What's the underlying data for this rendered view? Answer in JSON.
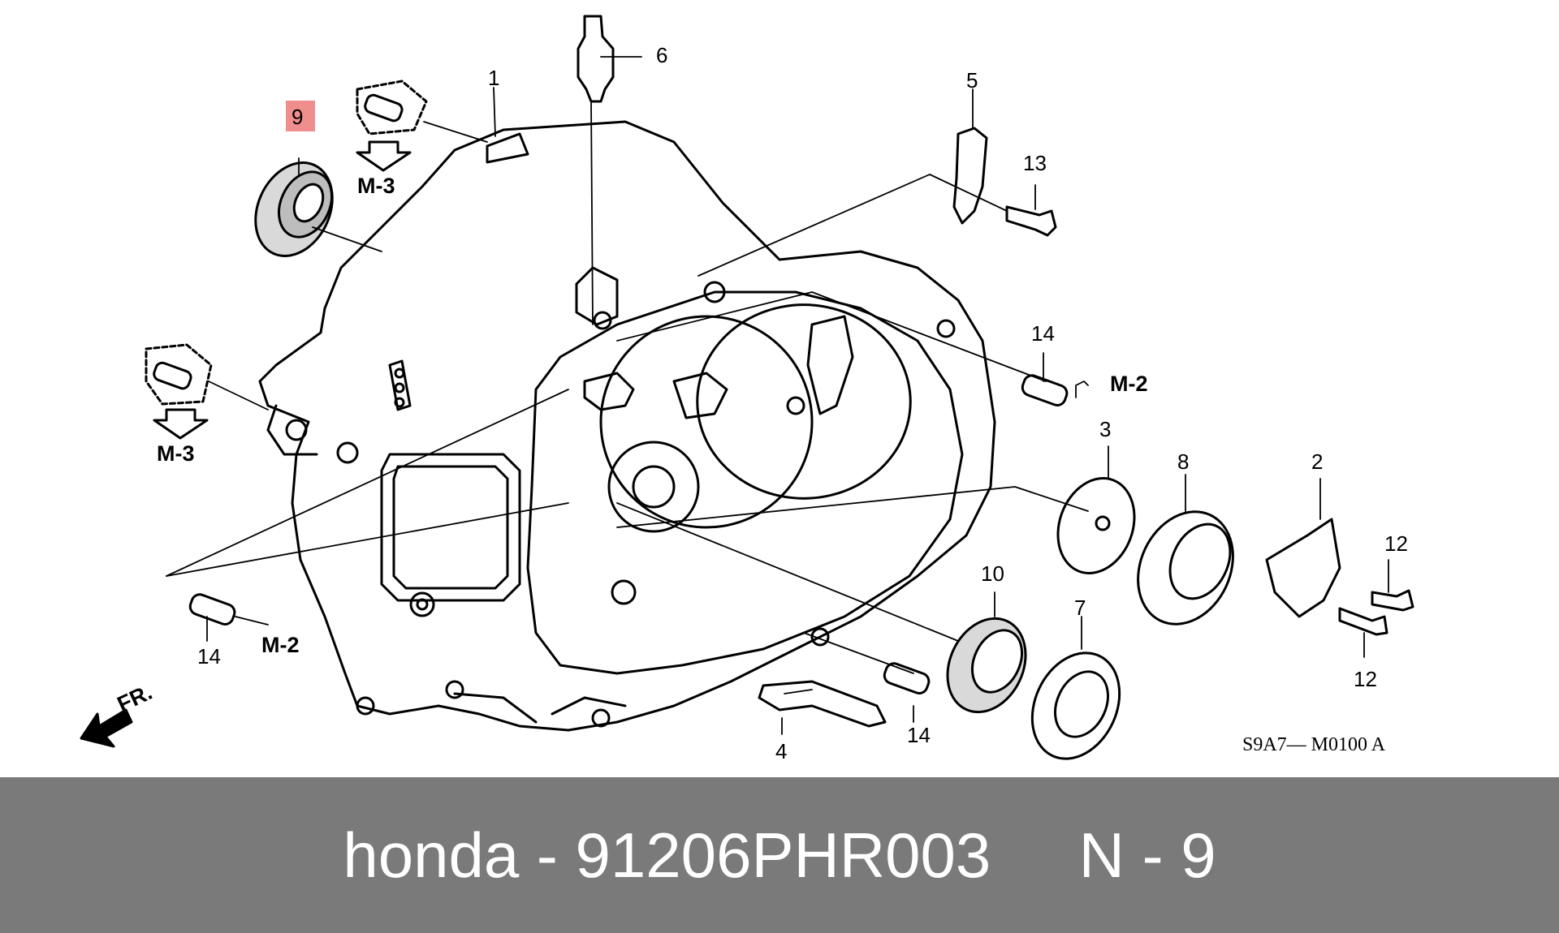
{
  "diagram": {
    "callouts": {
      "c1": "1",
      "c2": "2",
      "c3": "3",
      "c4": "4",
      "c5": "5",
      "c6": "6",
      "c7": "7",
      "c8": "8",
      "c9": "9",
      "c10": "10",
      "c12a": "12",
      "c12b": "12",
      "c13": "13",
      "c14a": "14",
      "c14b": "14",
      "c14c": "14"
    },
    "refs": {
      "m3_top": "M-3",
      "m3_left": "M-3",
      "m2_right": "M-2",
      "m2_left": "M-2",
      "front": "FR."
    },
    "drawing_code": "S9A7— M0100 A",
    "highlight_color": "#f08d8d"
  },
  "caption": {
    "text": "honda - 91206PHR003     N - 9",
    "background": "#7a7a7a"
  }
}
